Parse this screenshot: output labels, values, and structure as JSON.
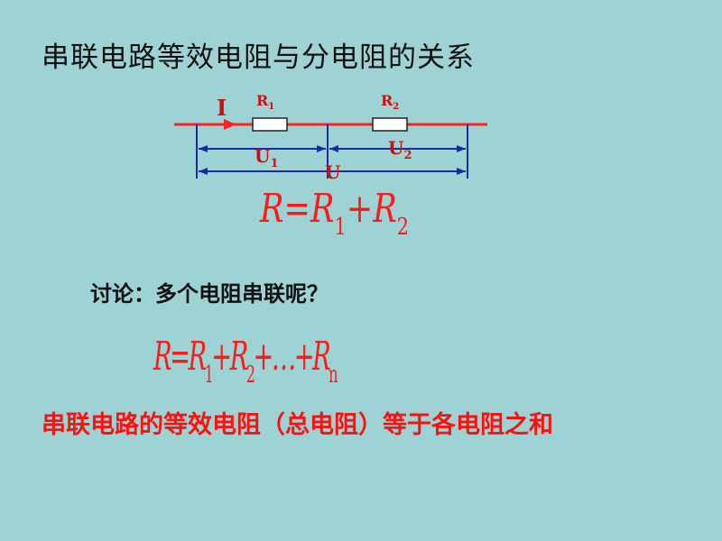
{
  "title": "串联电路等效电阻与分电阻的关系",
  "circuit": {
    "current_label": "I",
    "r1_label": "R",
    "r1_sub": "1",
    "r2_label": "R",
    "r2_sub": "2",
    "u1_label": "U",
    "u1_sub": "1",
    "u2_label": "U",
    "u2_sub": "2",
    "u_label": "U",
    "colors": {
      "wire": "#ff2020",
      "measure": "#1a2aa0",
      "label": "#cc1010"
    }
  },
  "formula1": {
    "lhs": "R",
    "eq": "=",
    "r1": "R",
    "s1": "1",
    "plus": "+",
    "r2": "R",
    "s2": "2"
  },
  "discussion": "讨论：多个电阻串联呢？",
  "formula2": {
    "lhs": "R",
    "eq": "=",
    "r1": "R",
    "s1": "1",
    "plus1": "+",
    "r2": "R",
    "s2": "2",
    "plus2": "+…+",
    "rn": "R",
    "sn": "n"
  },
  "conclusion": "串联电路的等效电阻（总电阻）等于各电阻之和"
}
